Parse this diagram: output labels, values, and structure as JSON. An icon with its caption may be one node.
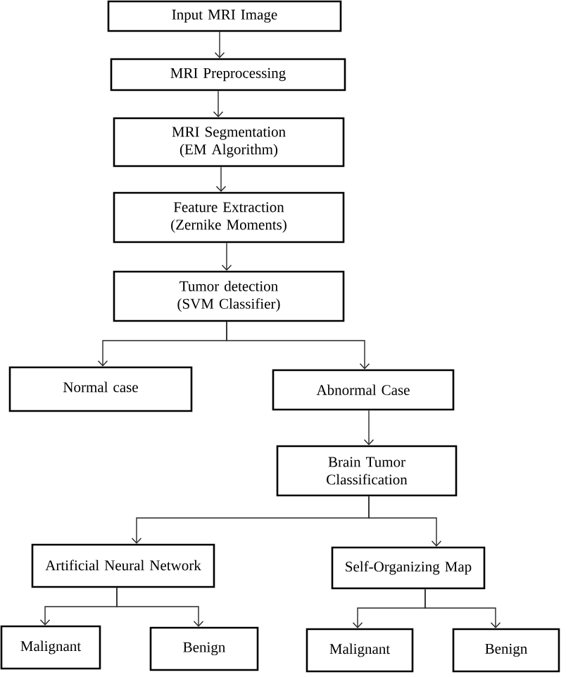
{
  "diagram": {
    "nodes": [
      {
        "text": [
          "Input MRI Image"
        ]
      },
      {
        "text": [
          "MRI Preprocessing"
        ]
      },
      {
        "text": [
          "MRI Segmentation (EM Algorithm)"
        ]
      },
      {
        "text": [
          "Feature Extraction (Zernike Moments)"
        ]
      },
      {
        "text": [
          "Tumor detection (SVM Classifier)"
        ]
      },
      {
        "text": [
          "Normal case"
        ]
      },
      {
        "text": [
          "Abnormal Case"
        ]
      },
      {
        "text": [
          "Brain Tumor Classification"
        ]
      },
      {
        "text": [
          "Artificial Neural Network"
        ]
      },
      {
        "text": [
          "Self-Organizing Map"
        ]
      },
      {
        "text": [
          "Malignant"
        ]
      },
      {
        "text": [
          "Benign"
        ]
      },
      {
        "text": [
          "Malignant"
        ]
      },
      {
        "text": [
          "Benign"
        ]
      }
    ],
    "edges": [
      {
        "from": 0,
        "to": 1,
        "arrow": "to"
      },
      {
        "from": 1,
        "to": 2,
        "arrow": "to"
      },
      {
        "from": 2,
        "to": 3,
        "arrow": "to"
      },
      {
        "from": 3,
        "to": 4,
        "arrow": "to"
      },
      {
        "from": 4,
        "to": 5,
        "arrow": "to"
      },
      {
        "from": 4,
        "to": 6,
        "arrow": "to"
      },
      {
        "from": 6,
        "to": 7,
        "arrow": "to"
      },
      {
        "from": 7,
        "to": 8,
        "arrow": "to"
      },
      {
        "from": 7,
        "to": 9,
        "arrow": "to"
      },
      {
        "from": 8,
        "to": 10,
        "arrow": "to"
      },
      {
        "from": 8,
        "to": 11,
        "arrow": "to"
      },
      {
        "from": 9,
        "to": 12,
        "arrow": "to"
      },
      {
        "from": 9,
        "to": 13,
        "arrow": "to"
      }
    ]
  }
}
